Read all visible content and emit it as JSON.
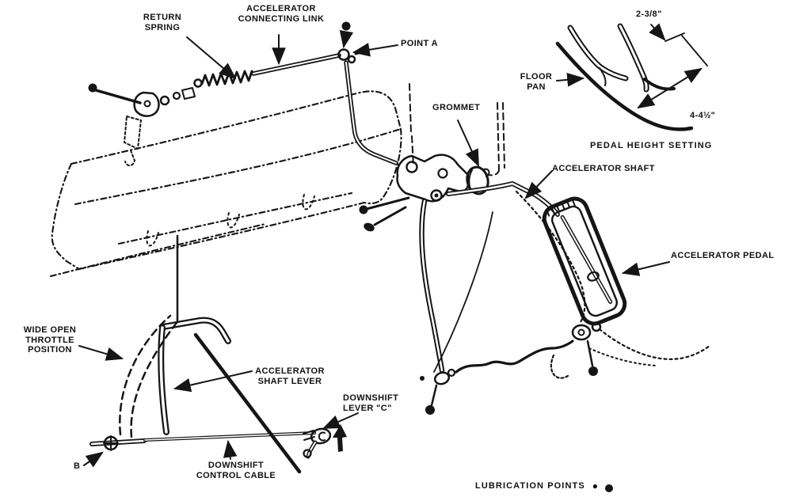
{
  "figure": {
    "type": "technical-line-diagram",
    "subject": "accelerator linkage",
    "colors": {
      "ink": "#151515",
      "paper": "#ffffff"
    },
    "labels": {
      "return_spring": "RETURN\nSPRING",
      "accelerator_connecting_link": "ACCELERATOR\nCONNECTING LINK",
      "point_a": "POINT A",
      "grommet": "GROMMET",
      "accelerator_shaft": "ACCELERATOR SHAFT",
      "accelerator_pedal": "ACCELERATOR PEDAL",
      "wide_open_throttle": "WIDE OPEN\nTHROTTLE\nPOSITION",
      "accelerator_shaft_lever": "ACCELERATOR\nSHAFT LEVER",
      "downshift_lever_c": "DOWNSHIFT\nLEVER \"C\"",
      "downshift_control_cable": "DOWNSHIFT\nCONTROL CABLE",
      "point_b": "B",
      "floor_pan": "FLOOR\nPAN",
      "dim_upper": "2-3/8\"",
      "dim_lower": "4-4½\"",
      "pedal_height_setting": "PEDAL HEIGHT SETTING"
    },
    "legend": {
      "label": "LUBRICATION POINTS",
      "symbol": "●"
    }
  }
}
